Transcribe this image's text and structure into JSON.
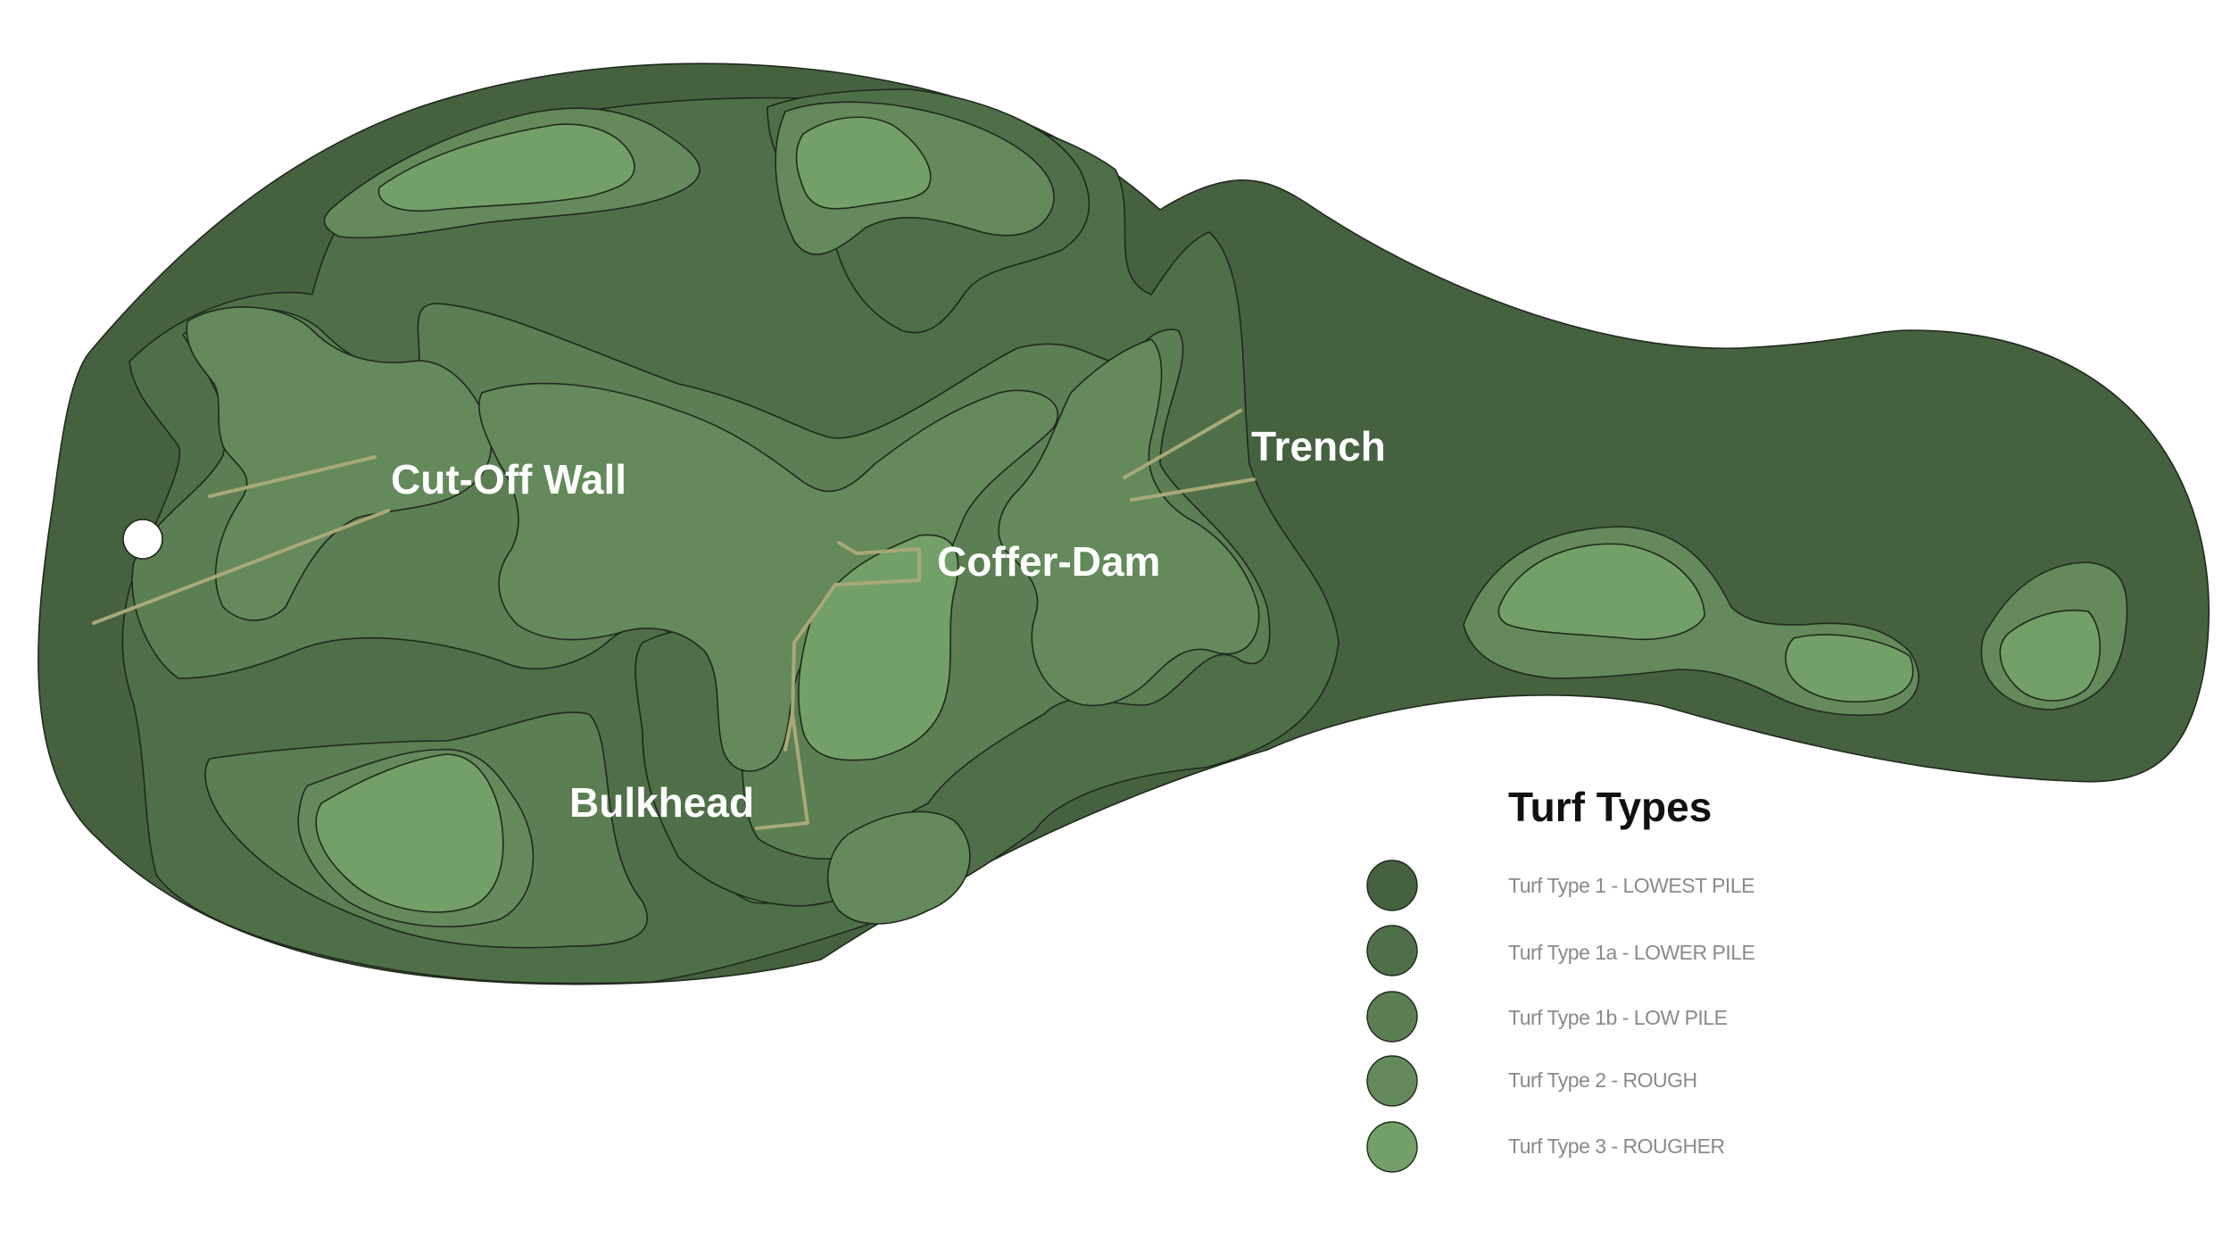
{
  "features": {
    "cutoff_wall": "Cut-Off Wall",
    "trench": "Trench",
    "coffer_dam": "Coffer-Dam",
    "bulkhead": "Bulkhead"
  },
  "legend": {
    "title": "Turf Types",
    "items": [
      {
        "label": "Turf Type 1 - LOWEST  PILE",
        "color": "#466140"
      },
      {
        "label": "Turf Type 1a - LOWER PILE",
        "color": "#4f6f48"
      },
      {
        "label": "Turf Type 1b - LOW PILE",
        "color": "#5b7e52"
      },
      {
        "label": "Turf Type 2 - ROUGH",
        "color": "#64895b"
      },
      {
        "label": "Turf Type 3 - ROUGHER",
        "color": "#72a068"
      }
    ]
  }
}
